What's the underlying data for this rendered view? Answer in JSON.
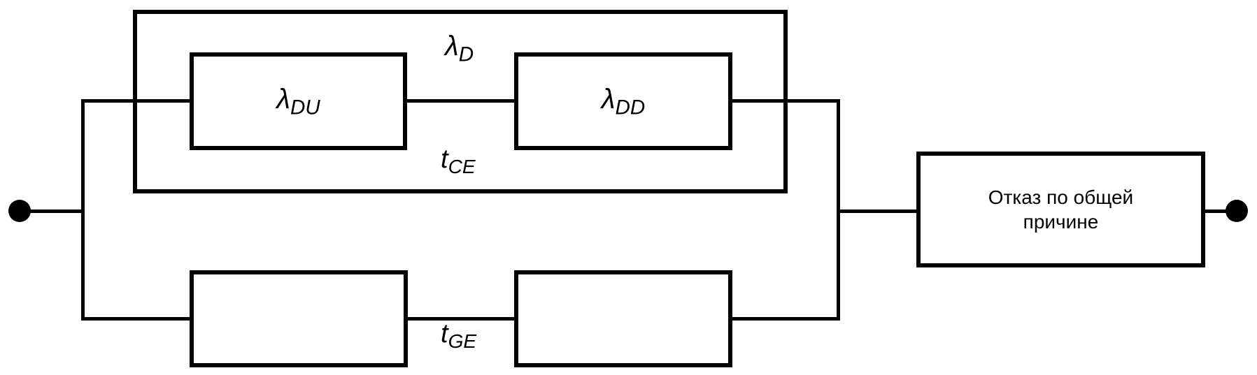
{
  "diagram": {
    "kind": "reliability-block-diagram",
    "colors": {
      "line": "#000000",
      "background": "#ffffff",
      "box_fill": "#ffffff",
      "text": "#000000"
    },
    "labels": {
      "lambda_d": {
        "main": "λ",
        "sub": "D"
      },
      "t_ce": {
        "main": "t",
        "sub": "CE"
      },
      "t_ge": {
        "main": "t",
        "sub": "GE"
      }
    },
    "blocks": {
      "lambda_du": {
        "main": "λ",
        "sub": "DU"
      },
      "lambda_dd": {
        "main": "λ",
        "sub": "DD"
      },
      "common_cause": {
        "line1": "Отказ по общей",
        "line2": "причине"
      }
    }
  }
}
